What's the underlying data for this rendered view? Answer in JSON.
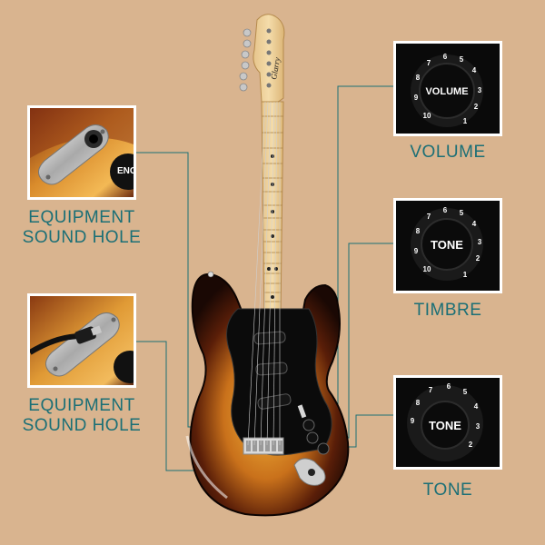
{
  "colors": {
    "background": "#d9b48f",
    "accent": "#1b6f76",
    "knob": "#111111",
    "knob_text": "#ffffff"
  },
  "labels": {
    "left_top_line1": "EQUIPMENT",
    "left_top_line2": "SOUND HOLE",
    "left_bottom_line1": "EQUIPMENT",
    "left_bottom_line2": "SOUND HOLE",
    "right_top": "VOLUME",
    "right_middle": "TIMBRE",
    "right_bottom": "TONE"
  },
  "knobs": {
    "volume_cap": "VOLUME",
    "tone_cap": "TONE",
    "tone2_cap": "TONE",
    "scale_numbers": [
      "1",
      "2",
      "3",
      "4",
      "5",
      "6",
      "7",
      "8",
      "9",
      "10"
    ]
  },
  "brand": {
    "headstock_text": "Glarry"
  },
  "detail_photos": {
    "jack_cap_text": "ENG"
  },
  "icons": {
    "jack_plate": "jack-plate-icon",
    "cable_plug": "cable-plug-icon",
    "knob": "knob-icon"
  }
}
